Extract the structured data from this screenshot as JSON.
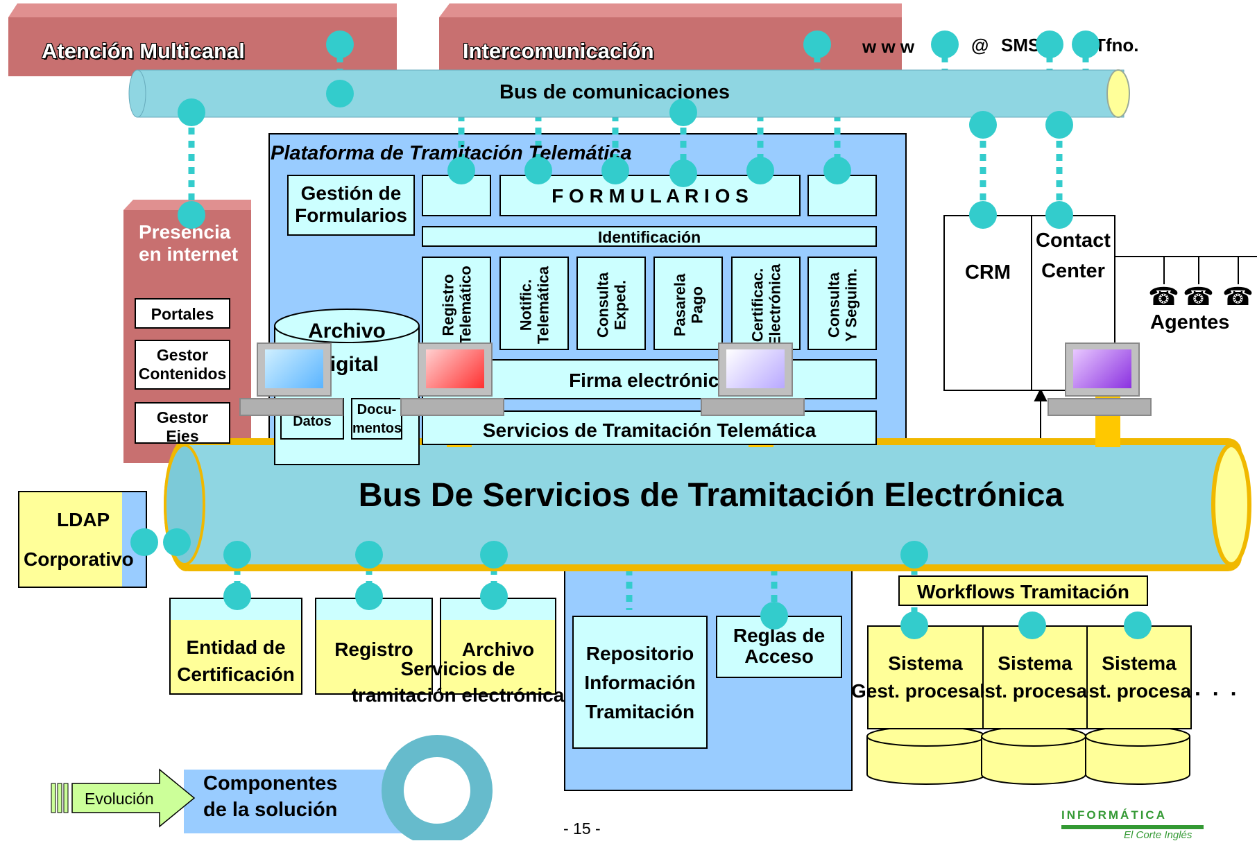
{
  "header": {
    "atencion_multicanal": "Atención Multicanal",
    "intercomunicacion": "Intercomunicación",
    "channels": [
      "w w w",
      "@",
      "SMS",
      "Tfno."
    ]
  },
  "bus_comunicaciones": "Bus de comunicaciones",
  "plataforma": {
    "title": "Plataforma de Tramitación Telemática",
    "gestion_formularios": [
      "Gestión de",
      "Formularios"
    ],
    "formularios": "F O R M U L A R I O S",
    "identificacion": "Identificación",
    "services": [
      [
        "Registro",
        "Telemático"
      ],
      [
        "Notific.",
        "Telemática"
      ],
      [
        "Consulta",
        "Exped."
      ],
      [
        "Pasarela",
        "Pago"
      ],
      [
        "Certificac.",
        "Electrónica"
      ],
      [
        "Consulta",
        "Y Seguim."
      ]
    ],
    "archivo_digital": [
      "Archivo",
      "Digital"
    ],
    "datos": "Datos",
    "documentos": [
      "Docu-",
      "mentos"
    ],
    "firma_electronica": "Firma electrónica",
    "servicios_tramitacion_telematica": "Servicios de Tramitación Telemática"
  },
  "presencia": {
    "title": [
      "Presencia",
      "en internet"
    ],
    "portales": "Portales",
    "gestor_contenidos": [
      "Gestor",
      "Contenidos"
    ],
    "gestor_ejes": [
      "Gestor",
      "Ejes"
    ]
  },
  "crm": "CRM",
  "contact_center": [
    "Contact",
    "Center"
  ],
  "agentes": "Agentes",
  "bus_servicios": "Bus De Servicios de Tramitación Electrónica",
  "ldap": [
    "LDAP",
    "Corporativo"
  ],
  "bottom": {
    "entidad": [
      "Entidad de",
      "Certificación"
    ],
    "registro": "Registro",
    "archivo": "Archivo",
    "servicios_tramitacion": [
      "Servicios de",
      "tramitación electrónica"
    ],
    "repositorio": [
      "Repositorio",
      "Información",
      "Tramitación"
    ],
    "reglas": [
      "Reglas de",
      "Acceso"
    ],
    "workflows": "Workflows Tramitación",
    "sistemas": [
      [
        "Sistema",
        "Gest. procesal"
      ],
      [
        "Sistema",
        "Gest. procesal"
      ],
      [
        "Sistema",
        "Gest. procesal"
      ]
    ],
    "ellipsis": ". . ."
  },
  "footer": {
    "evolucion": "Evolución",
    "componentes": [
      "Componentes",
      "de la solución"
    ],
    "page": "- 15 -",
    "logo_top": "INFORMÁTICA",
    "logo_bottom": "El Corte Inglés"
  },
  "colors": {
    "red_panel": "#c87070",
    "red_top": "#e09090",
    "bus_cyan": "#8fd6e2",
    "dot_cyan": "#33cccc",
    "platform_blue": "#99ccff",
    "pale_cyan": "#ccffff",
    "pale_yellow": "#ffff99",
    "gold": "#f0b800",
    "logo_green": "#339933"
  }
}
